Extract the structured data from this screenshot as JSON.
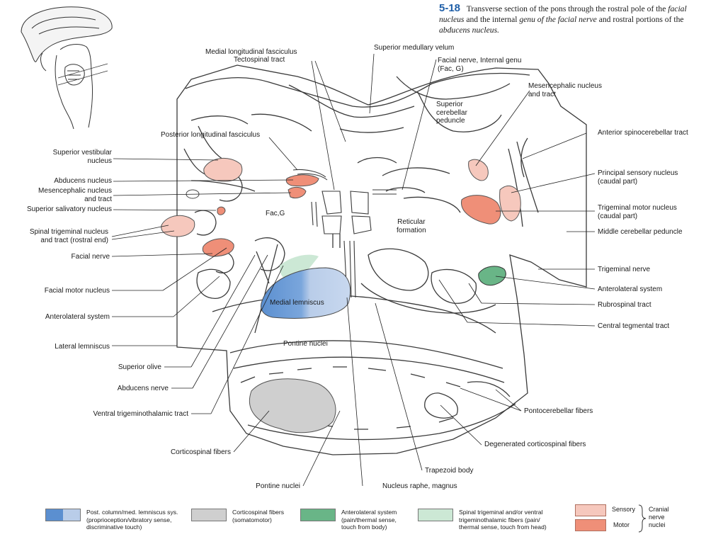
{
  "figure": {
    "number": "5-18",
    "caption_a": "Transverse section of the pons through the rostral pole of the",
    "caption_b_italic": "facial nucleus",
    "caption_c": "and the internal",
    "caption_d_italic": "genu of the facial nerve",
    "caption_e": "and rostral portions of the",
    "caption_f_italic": "abducens nucleus."
  },
  "labels": {
    "mlf": "Medial longitudinal fasciculus",
    "tectospinal": "Tectospinal tract",
    "sup_med_velum": "Superior medullary velum",
    "facial_genu_1": "Facial nerve, Internal genu",
    "facial_genu_2": "(Fac, G)",
    "mesenceph_r_1": "Mesencephalic nucleus",
    "mesenceph_r_2": "and tract",
    "sup_cereb_ped_1": "Superior",
    "sup_cereb_ped_2": "cerebellar",
    "sup_cereb_ped_3": "peduncle",
    "ant_spinocereb": "Anterior spinocerebellar tract",
    "post_long_fasc": "Posterior longitudinal fasciculus",
    "sup_vest_1": "Superior vestibular",
    "sup_vest_2": "nucleus",
    "abducens_nuc": "Abducens nucleus",
    "mesenceph_l_1": "Mesencephalic nucleus",
    "mesenceph_l_2": "and tract",
    "sup_saliv": "Superior salivatory nucleus",
    "spinal_trig_1": "Spinal trigeminal nucleus",
    "spinal_trig_2": "and tract (rostral end)",
    "facial_nerve": "Facial nerve",
    "facial_motor": "Facial motor nucleus",
    "anterolateral_l": "Anterolateral system",
    "lat_lemniscus": "Lateral lemniscus",
    "sup_olive": "Superior olive",
    "abducens_nerve": "Abducens nerve",
    "ventral_trig": "Ventral trigeminothalamic tract",
    "corticospinal": "Corticospinal fibers",
    "pontine_nuclei_bottom": "Pontine nuclei",
    "nucleus_raphe": "Nucleus raphe, magnus",
    "trapezoid": "Trapezoid body",
    "degen_cs": "Degenerated corticospinal fibers",
    "pontocereb": "Pontocerebellar fibers",
    "central_tegm": "Central tegmental tract",
    "rubrospinal": "Rubrospinal tract",
    "anterolateral_r": "Anterolateral system",
    "trigeminal_nerve": "Trigeminal nerve",
    "middle_cereb": "Middle cerebellar peduncle",
    "trig_motor_1": "Trigeminal motor nucleus",
    "trig_motor_2": "(caudal part)",
    "princ_sens_1": "Principal sensory nucleus",
    "princ_sens_2": "(caudal part)",
    "fac_g": "Fac,G",
    "reticular_1": "Reticular",
    "reticular_2": "formation",
    "medial_lemniscus": "Medial lemniscus",
    "pontine_nuclei_center": "Pontine nuclei"
  },
  "legend": {
    "items": [
      {
        "lines": [
          "Post. column/med. lemniscus sys.",
          "(proprioception/vibratory sense,",
          "discriminative touch)"
        ]
      },
      {
        "lines": [
          "Corticospinal fibers",
          "(somatomotor)"
        ]
      },
      {
        "lines": [
          "Anterolateral system",
          "(pain/thermal sense,",
          "touch from body)"
        ]
      },
      {
        "lines": [
          "Spinal trigeminal and/or ventral",
          "trigeminothalamic fibers (pain/",
          "thermal sense, touch from head)"
        ]
      }
    ],
    "sensory": "Sensory",
    "motor": "Motor",
    "cranial_1": "Cranial",
    "cranial_2": "nerve",
    "cranial_3": "nuclei"
  },
  "colors": {
    "lemniscus_dark": "#5b8fd0",
    "lemniscus_light": "#b9cde9",
    "corticospinal": "#cfcfcf",
    "anterolateral": "#69b587",
    "spinal_trig": "#cce8d5",
    "sensory": "#f6c8bd",
    "motor": "#ef8f78"
  }
}
